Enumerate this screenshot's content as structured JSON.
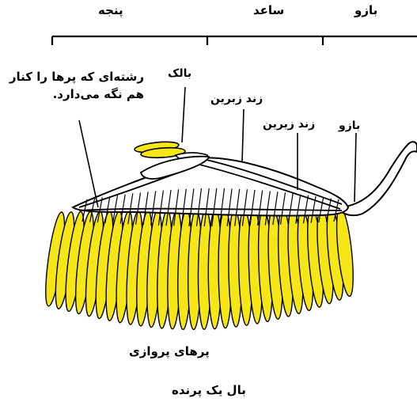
{
  "regions": {
    "hand": "پنجه",
    "forearm": "ساعد",
    "arm": "بازو"
  },
  "labels": {
    "holding_note": "رشته‌ای که پرها را کنار هم نگه می‌دارد.",
    "alula": "بالک",
    "radius": "زند زبرین",
    "ulna": "زند زیرین",
    "humerus": "بازو",
    "flight_feathers": "پرهای پروازی"
  },
  "caption": "بال یک پرنده",
  "colors": {
    "feather": "#f6e617",
    "outline": "#000000",
    "background": "#ffffff"
  }
}
